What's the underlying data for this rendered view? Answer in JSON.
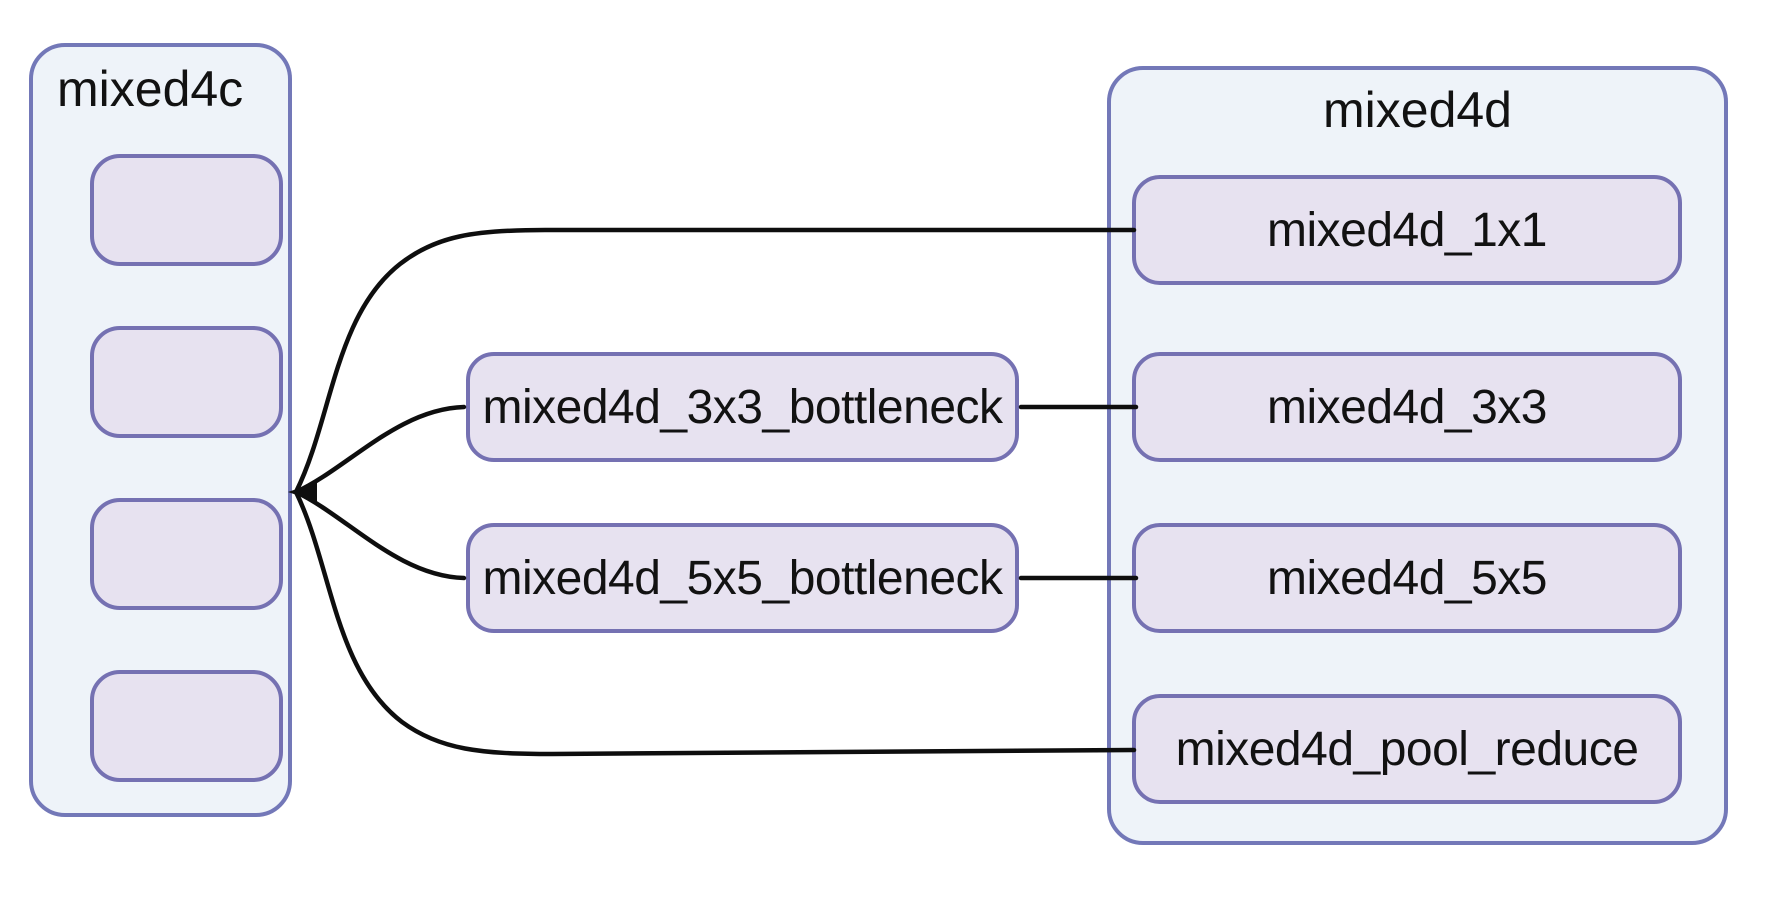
{
  "diagram": {
    "kind": "neural-network-layer-connection-diagram",
    "left_group": {
      "title": "mixed4c",
      "unit_count": 4,
      "units_labeled": false
    },
    "right_group": {
      "title": "mixed4d",
      "units": [
        "mixed4d_1x1",
        "mixed4d_3x3",
        "mixed4d_5x5",
        "mixed4d_pool_reduce"
      ]
    },
    "bottlenecks": [
      "mixed4d_3x3_bottleneck",
      "mixed4d_5x5_bottleneck"
    ],
    "edges": [
      "mixed4c -> mixed4d_1x1",
      "mixed4c -> mixed4d_3x3_bottleneck",
      "mixed4c -> mixed4d_5x5_bottleneck",
      "mixed4c -> mixed4d_pool_reduce",
      "mixed4d_3x3_bottleneck -> mixed4d_3x3",
      "mixed4d_5x5_bottleneck -> mixed4d_5x5"
    ],
    "colors": {
      "background": "#ffffff",
      "group_fill": "#eef3f9",
      "group_border": "#7378b8",
      "unit_fill": "#e7e2f0",
      "unit_border": "#7571b2",
      "edge": "#0e0e0e",
      "text": "#121212"
    }
  }
}
